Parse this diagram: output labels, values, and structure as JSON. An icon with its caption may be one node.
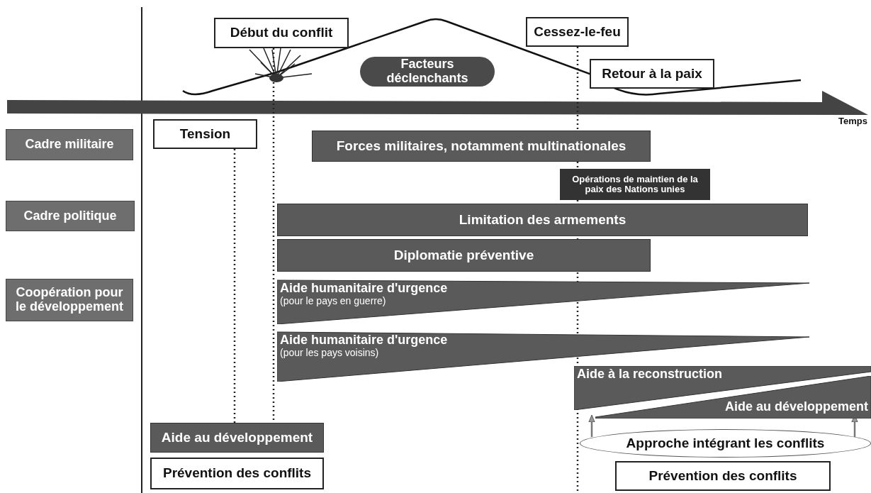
{
  "diagram": {
    "nodes": [
      {
        "text": [
          "Début du conflit"
        ]
      },
      {
        "text": [
          "Cessez-le-feu"
        ]
      },
      {
        "text": [
          "Facteurs déclenchants"
        ]
      },
      {
        "text": [
          "Retour à la paix"
        ]
      },
      {
        "text": [
          "Cadre militaire"
        ]
      },
      {
        "text": [
          "Tension"
        ]
      },
      {
        "text": [
          "Forces militaires, notamment multinationales"
        ]
      },
      {
        "text": [
          "Opérations de maintien de la paix des Nations unies"
        ]
      },
      {
        "text": [
          "Cadre politique"
        ]
      },
      {
        "text": [
          "Limitation des armements"
        ]
      },
      {
        "text": [
          "Diplomatie préventive"
        ]
      },
      {
        "text": [
          "Coopération pour le développement"
        ]
      },
      {
        "text": [
          "Aide humanitaire d'urgence",
          "(pour le pays en guerre)"
        ]
      },
      {
        "text": [
          "Aide humanitaire d'urgence",
          "(pour les pays voisins)"
        ]
      },
      {
        "text": [
          "Aide à la reconstruction"
        ]
      },
      {
        "text": [
          "Aide au développement"
        ]
      },
      {
        "text": [
          "Aide au développement"
        ]
      },
      {
        "text": [
          "Approche intégrant les conflits"
        ]
      },
      {
        "text": [
          "Prévention des conflits"
        ]
      },
      {
        "text": [
          "Prévention des conflits"
        ]
      }
    ],
    "edges": [
      {
        "from": 5,
        "to": 16,
        "arrow": "none",
        "style": "dashed"
      },
      {
        "from": 0,
        "to": 16,
        "arrow": "none",
        "style": "dashed"
      },
      {
        "from": 1,
        "to": null,
        "arrow": "none",
        "style": "dashed"
      },
      {
        "from": 17,
        "to": 15,
        "arrow": "to"
      },
      {
        "from": 17,
        "to": 15,
        "arrow": "to"
      }
    ],
    "labels": [
      "Temps"
    ]
  }
}
